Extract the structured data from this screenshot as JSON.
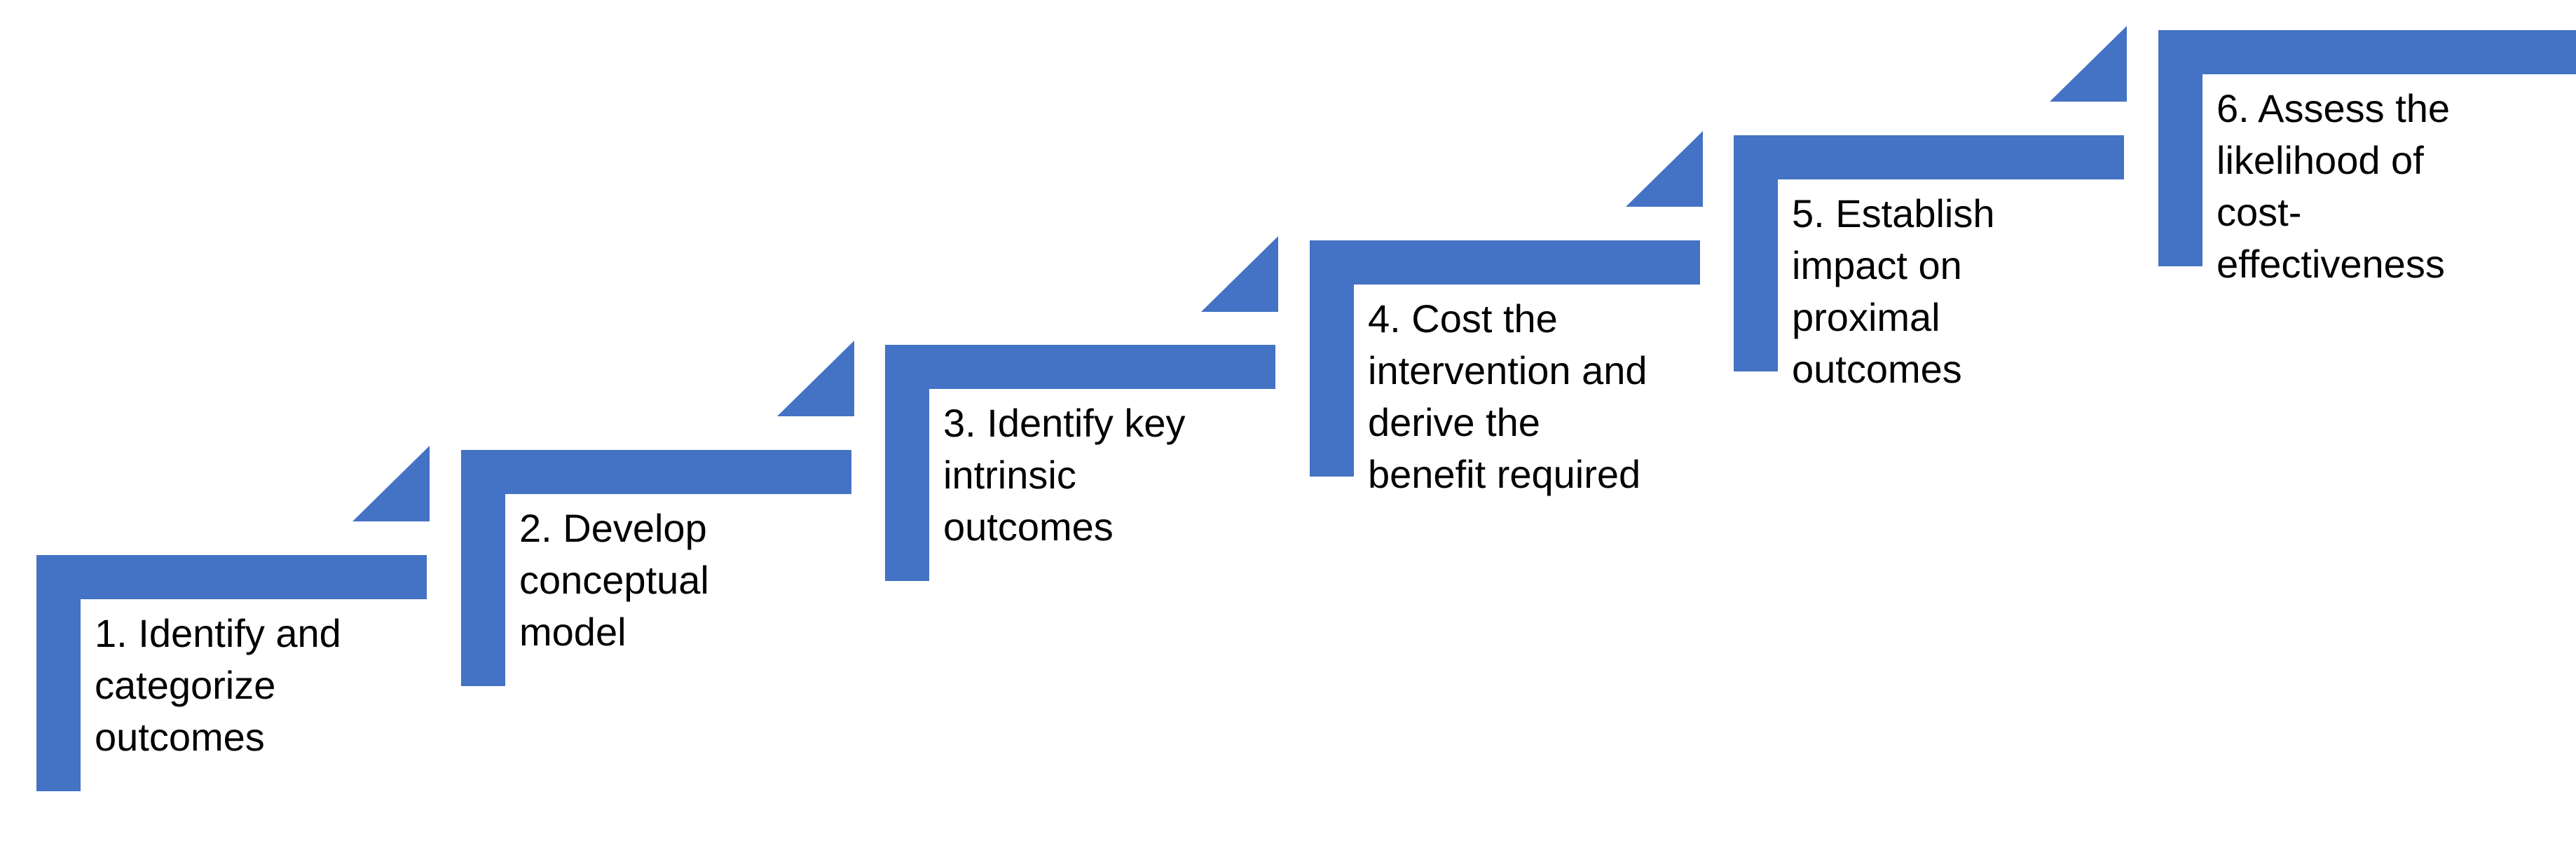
{
  "diagram": {
    "type": "stair-step-process",
    "background_color": "#ffffff",
    "step_color": "#4472C4",
    "text_color": "#000000",
    "arrow_icon": "up-right-triangle",
    "steps": [
      {
        "number": "1",
        "label": "1. Identify and\ncategorize\noutcomes"
      },
      {
        "number": "2",
        "label": "2. Develop\nconceptual\nmodel"
      },
      {
        "number": "3",
        "label": "3. Identify key\nintrinsic\noutcomes"
      },
      {
        "number": "4",
        "label": "4. Cost the\nintervention and\nderive the\nbenefit required"
      },
      {
        "number": "5",
        "label": "5. Establish\nimpact on\nproximal\noutcomes"
      },
      {
        "number": "6",
        "label": "6. Assess the\nlikelihood of\ncost-\neffectiveness"
      }
    ]
  }
}
